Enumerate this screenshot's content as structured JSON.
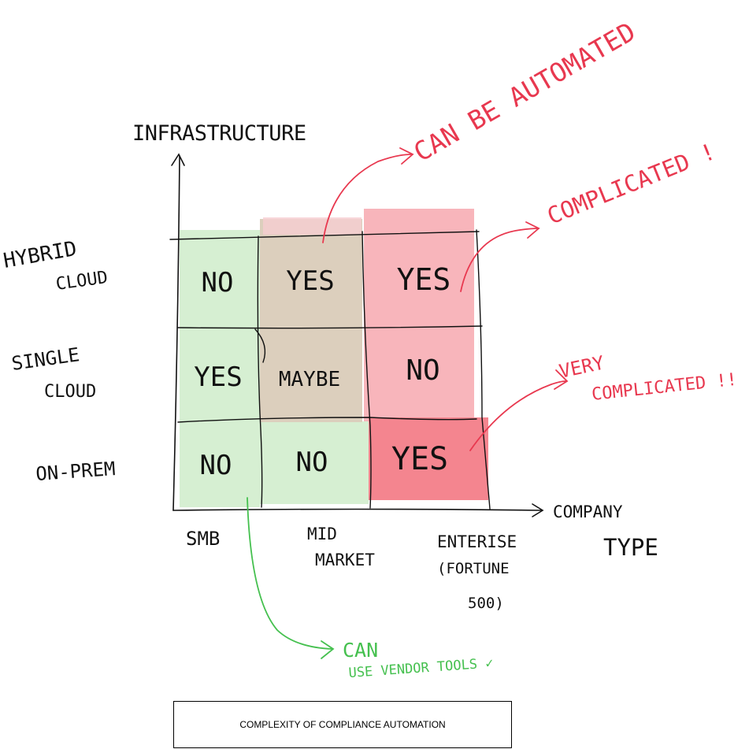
{
  "axes": {
    "y_label": "INFRASTRUCTURE",
    "x_label_line1": "COMPANY",
    "x_label_line2": "TYPE"
  },
  "rows": {
    "hybrid_line1": "HYBRID",
    "hybrid_line2": "CLOUD",
    "single_line1": "SINGLE",
    "single_line2": "CLOUD",
    "onprem": "ON-PREM"
  },
  "columns": {
    "smb": "SMB",
    "mid_line1": "MID",
    "mid_line2": "MARKET",
    "ent_line1": "ENTERISE",
    "ent_line2": "(FORTUNE",
    "ent_line3": "500)"
  },
  "cells": {
    "hybrid_smb": "NO",
    "hybrid_mid": "YES",
    "hybrid_ent": "YES",
    "single_smb": "YES",
    "single_mid": "MAYBE",
    "single_ent": "NO",
    "onprem_smb": "NO",
    "onprem_mid": "NO",
    "onprem_ent": "YES"
  },
  "annotations": {
    "automated": "CAN BE AUTOMATED",
    "complicated": "COMPLICATED !",
    "very_line1": "VERY",
    "very_line2": "COMPLICATED !!",
    "vendor_line1": "CAN",
    "vendor_line2": "USE VENDOR TOOLS ✓"
  },
  "caption": "COMPLEXITY OF COMPLIANCE AUTOMATION",
  "colors": {
    "green_fill": "#d6efd2",
    "tan_fill": "#dccfbd",
    "pink_fill": "#f8b5bb",
    "red_fill": "#f4858f",
    "ink": "#111111",
    "red_ink": "#e8384f",
    "green_ink": "#45c04f"
  }
}
